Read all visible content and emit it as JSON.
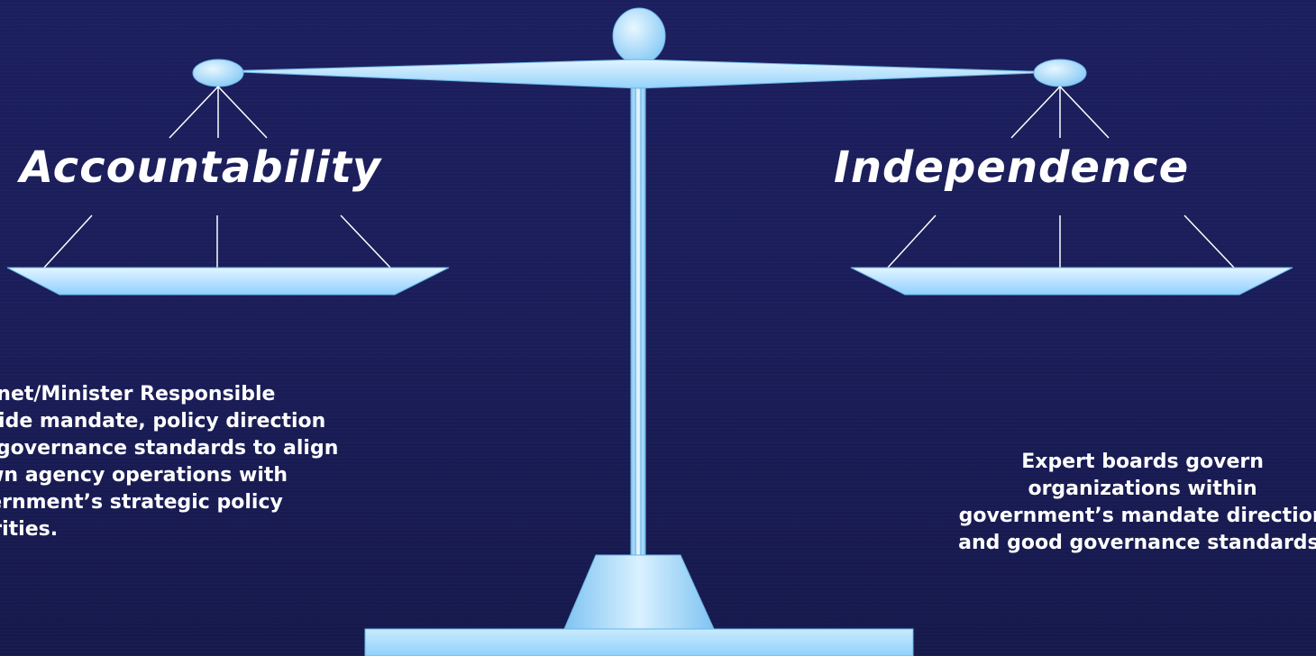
{
  "left_pan": {
    "label": "Accountability",
    "description": "Cabinet/Minister Responsible\nprovide mandate, policy direction\nand governance standards to align\nCrown agency operations with\ngovernment’s strategic policy\npriorities."
  },
  "right_pan": {
    "label": "Independence",
    "description": "Expert boards govern\norganizations within\ngovernment’s mandate direction\nand good governance standards."
  },
  "colors": {
    "background": "#1a1d58",
    "scale_fill": "#a8dcff",
    "scale_light": "#d9f1ff",
    "text": "#ffffff"
  }
}
